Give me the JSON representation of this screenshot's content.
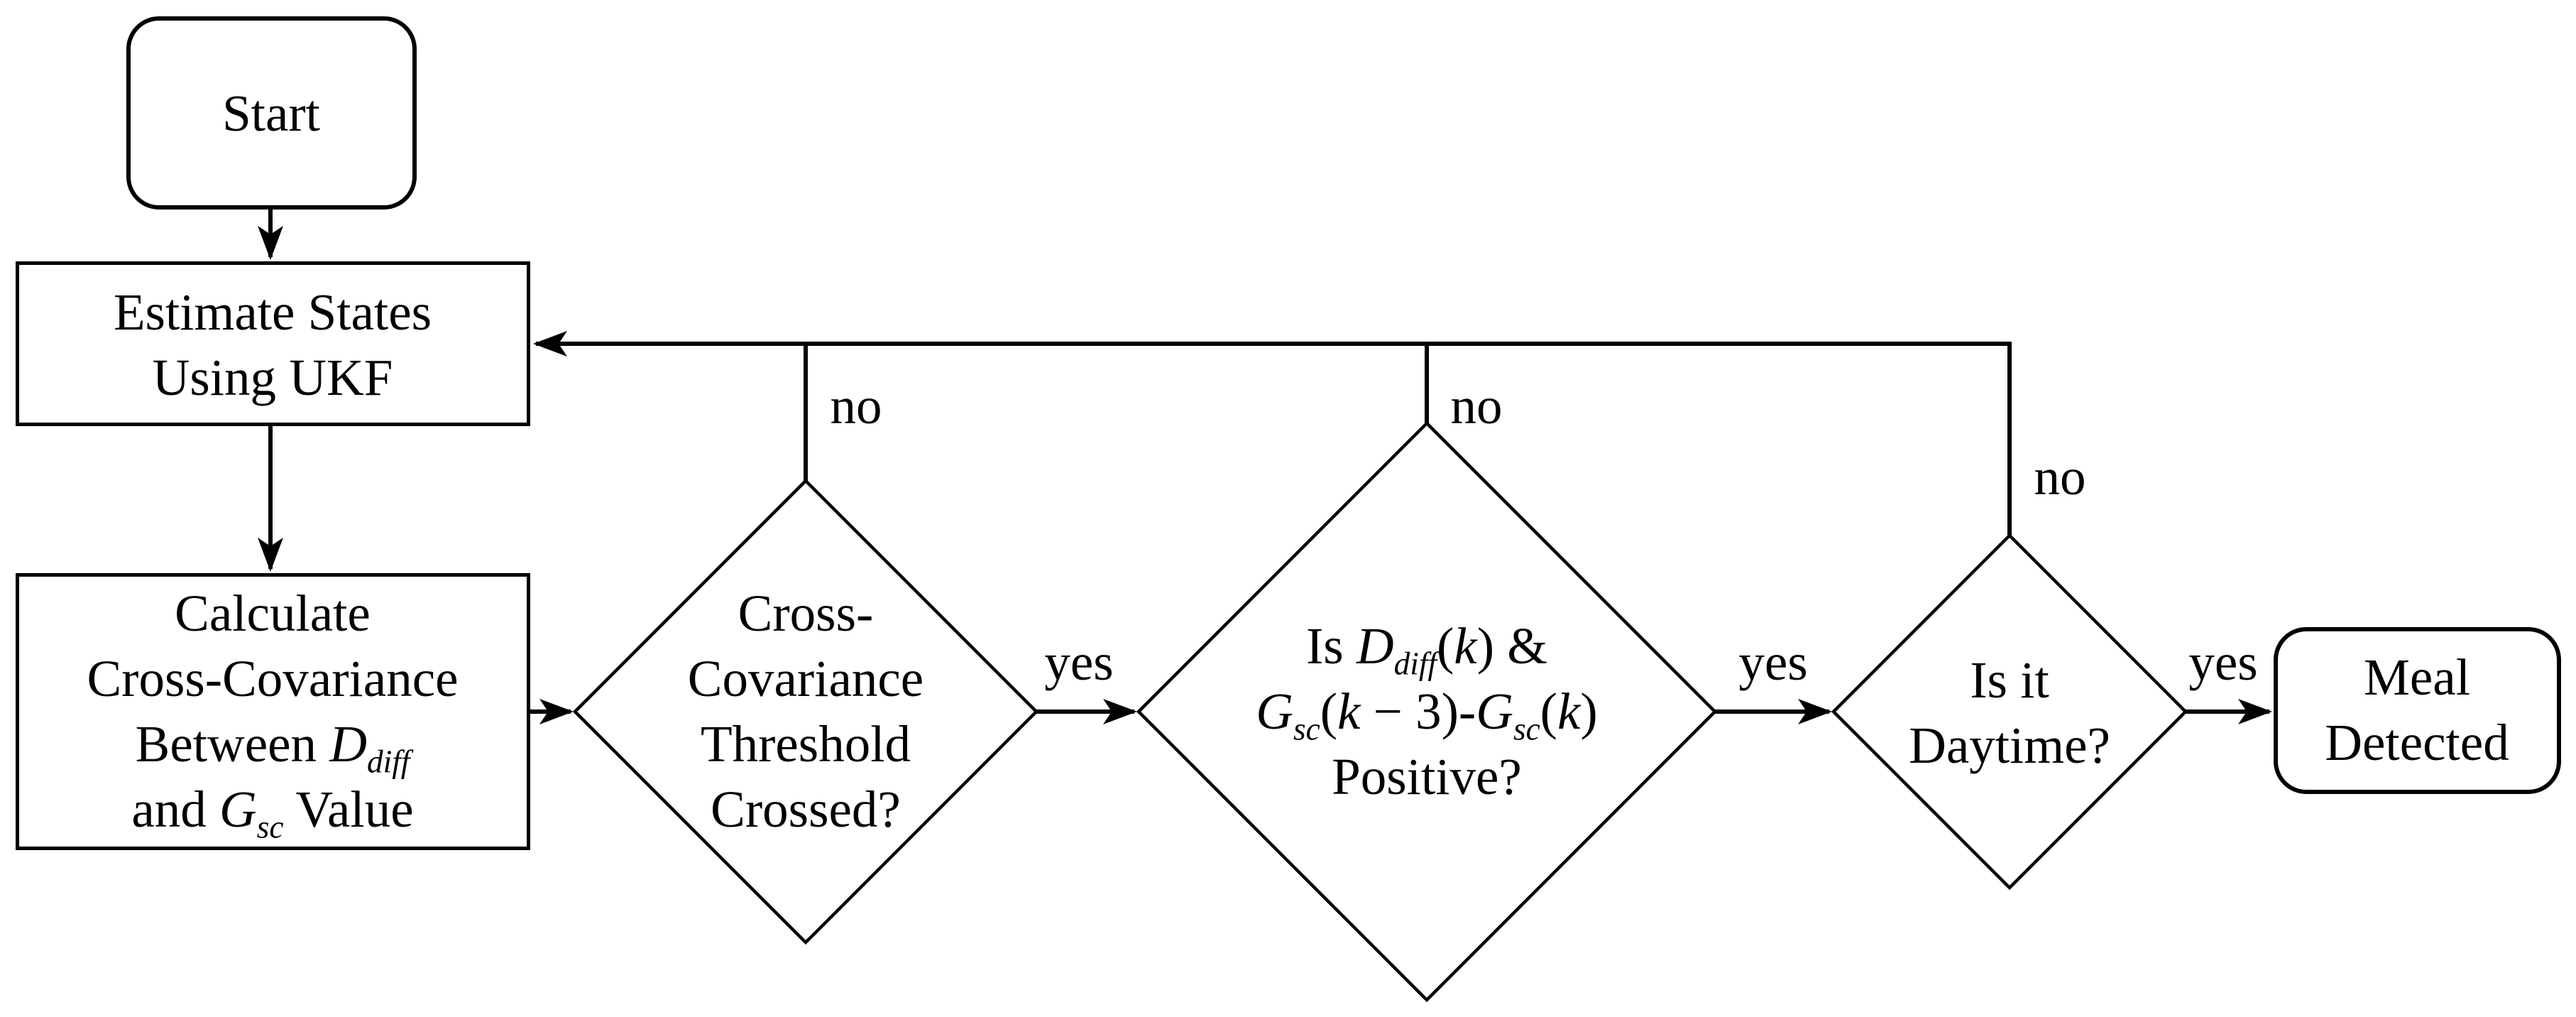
{
  "colors": {
    "stroke": "#000000",
    "background": "#ffffff",
    "text": "#000000"
  },
  "nodes": {
    "start": {
      "type": "terminal",
      "lines": [
        [
          {
            "t": "Start"
          }
        ]
      ]
    },
    "ukf": {
      "type": "process",
      "lines": [
        [
          {
            "t": "Estimate States"
          }
        ],
        [
          {
            "t": "Using UKF"
          }
        ]
      ]
    },
    "calc": {
      "type": "process",
      "lines": [
        [
          {
            "t": "Calculate"
          }
        ],
        [
          {
            "t": "Cross-Covariance"
          }
        ],
        [
          {
            "t": "Between "
          },
          {
            "t": "D",
            "i": 1
          },
          {
            "t": "diff",
            "i": 1,
            "s": 1
          }
        ],
        [
          {
            "t": "and "
          },
          {
            "t": "G",
            "i": 1
          },
          {
            "t": "sc",
            "i": 1,
            "s": 1
          },
          {
            "t": " Value"
          }
        ]
      ]
    },
    "d1": {
      "type": "decision",
      "lines": [
        [
          {
            "t": "Cross-"
          }
        ],
        [
          {
            "t": "Covariance"
          }
        ],
        [
          {
            "t": "Threshold"
          }
        ],
        [
          {
            "t": "Crossed?"
          }
        ]
      ]
    },
    "d2": {
      "type": "decision",
      "lines": [
        [
          {
            "t": "Is "
          },
          {
            "t": "D",
            "i": 1
          },
          {
            "t": "diff",
            "i": 1,
            "s": 1
          },
          {
            "t": "("
          },
          {
            "t": "k",
            "i": 1
          },
          {
            "t": ") & "
          }
        ],
        [
          {
            "t": "G",
            "i": 1
          },
          {
            "t": "sc",
            "i": 1,
            "s": 1
          },
          {
            "t": "("
          },
          {
            "t": "k",
            "i": 1
          },
          {
            "t": " − 3"
          },
          {
            "t": ")-"
          },
          {
            "t": "G",
            "i": 1
          },
          {
            "t": "sc",
            "i": 1,
            "s": 1
          },
          {
            "t": "("
          },
          {
            "t": "k",
            "i": 1
          },
          {
            "t": ")"
          }
        ],
        [
          {
            "t": "Positive?"
          }
        ]
      ]
    },
    "d3": {
      "type": "decision",
      "lines": [
        [
          {
            "t": "Is it"
          }
        ],
        [
          {
            "t": "Daytime?"
          }
        ]
      ]
    },
    "meal": {
      "type": "terminal",
      "lines": [
        [
          {
            "t": "Meal"
          }
        ],
        [
          {
            "t": "Detected"
          }
        ]
      ]
    }
  },
  "edge_labels": {
    "yes1": "yes",
    "yes2": "yes",
    "yes3": "yes",
    "no1": "no",
    "no2": "no",
    "no3": "no"
  }
}
